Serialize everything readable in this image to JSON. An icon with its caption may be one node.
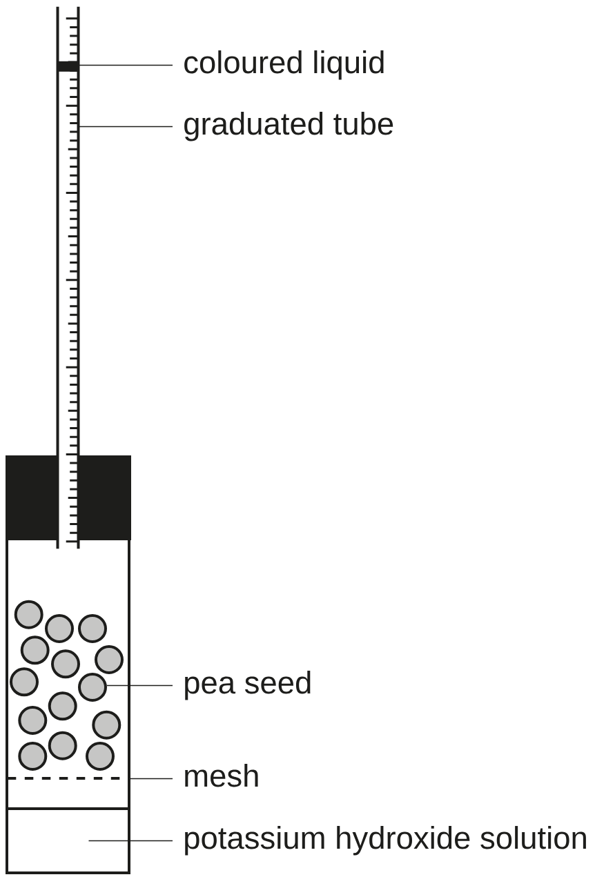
{
  "diagram": {
    "nodes": [
      {
        "text": [
          "coloured liquid"
        ]
      },
      {
        "text": [
          "graduated tube"
        ]
      },
      {
        "text": [
          "pea seed"
        ]
      },
      {
        "text": [
          "mesh"
        ]
      },
      {
        "text": [
          "potassium hydroxide solution"
        ]
      },
      {
        "text": [],
        "shape": "tube"
      },
      {
        "text": [],
        "shape": "bar",
        "in": 5
      },
      {
        "text": [],
        "shape": "circle"
      },
      {
        "text": [],
        "shape": "line"
      },
      {
        "text": [],
        "shape": "box"
      },
      {
        "text": [],
        "shape": "circle"
      },
      {
        "text": [],
        "shape": "circle"
      },
      {
        "text": [],
        "shape": "circle"
      },
      {
        "text": [],
        "shape": "circle"
      },
      {
        "text": [],
        "shape": "circle"
      },
      {
        "text": [],
        "shape": "circle"
      },
      {
        "text": [],
        "shape": "circle"
      },
      {
        "text": [],
        "shape": "circle"
      },
      {
        "text": [],
        "shape": "circle"
      },
      {
        "text": [],
        "shape": "circle"
      },
      {
        "text": [],
        "shape": "circle"
      },
      {
        "text": [],
        "shape": "circle"
      },
      {
        "text": [],
        "shape": "circle"
      }
    ],
    "edges": [
      {
        "from": 0,
        "to": 6,
        "arrow": "none"
      },
      {
        "from": 1,
        "to": 5,
        "arrow": "none"
      },
      {
        "from": 2,
        "to": 7,
        "arrow": "none"
      },
      {
        "from": 3,
        "to": 8,
        "arrow": "none"
      },
      {
        "from": 4,
        "to": 9,
        "arrow": "none"
      }
    ]
  }
}
